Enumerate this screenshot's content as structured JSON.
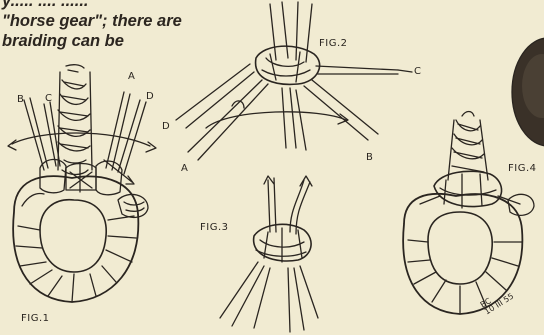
{
  "caption": {
    "lines": [
      "y..... .... ......",
      "\"horse gear\"; there are",
      "braiding can be"
    ]
  },
  "figures": {
    "fig1": {
      "label": "FIG.1",
      "strands": [
        "B",
        "C",
        "A",
        "D"
      ]
    },
    "fig2": {
      "label": "FIG.2",
      "strands": [
        "C",
        "D",
        "B",
        "A"
      ]
    },
    "fig3": {
      "label": "FIG.3"
    },
    "fig4": {
      "label": "FIG.4"
    }
  },
  "signature": {
    "initials": "BC",
    "date": "10 III 55"
  },
  "colors": {
    "paper": "#f1ebd2",
    "ink": "#2a2520",
    "dark_object": "#3a3128"
  }
}
